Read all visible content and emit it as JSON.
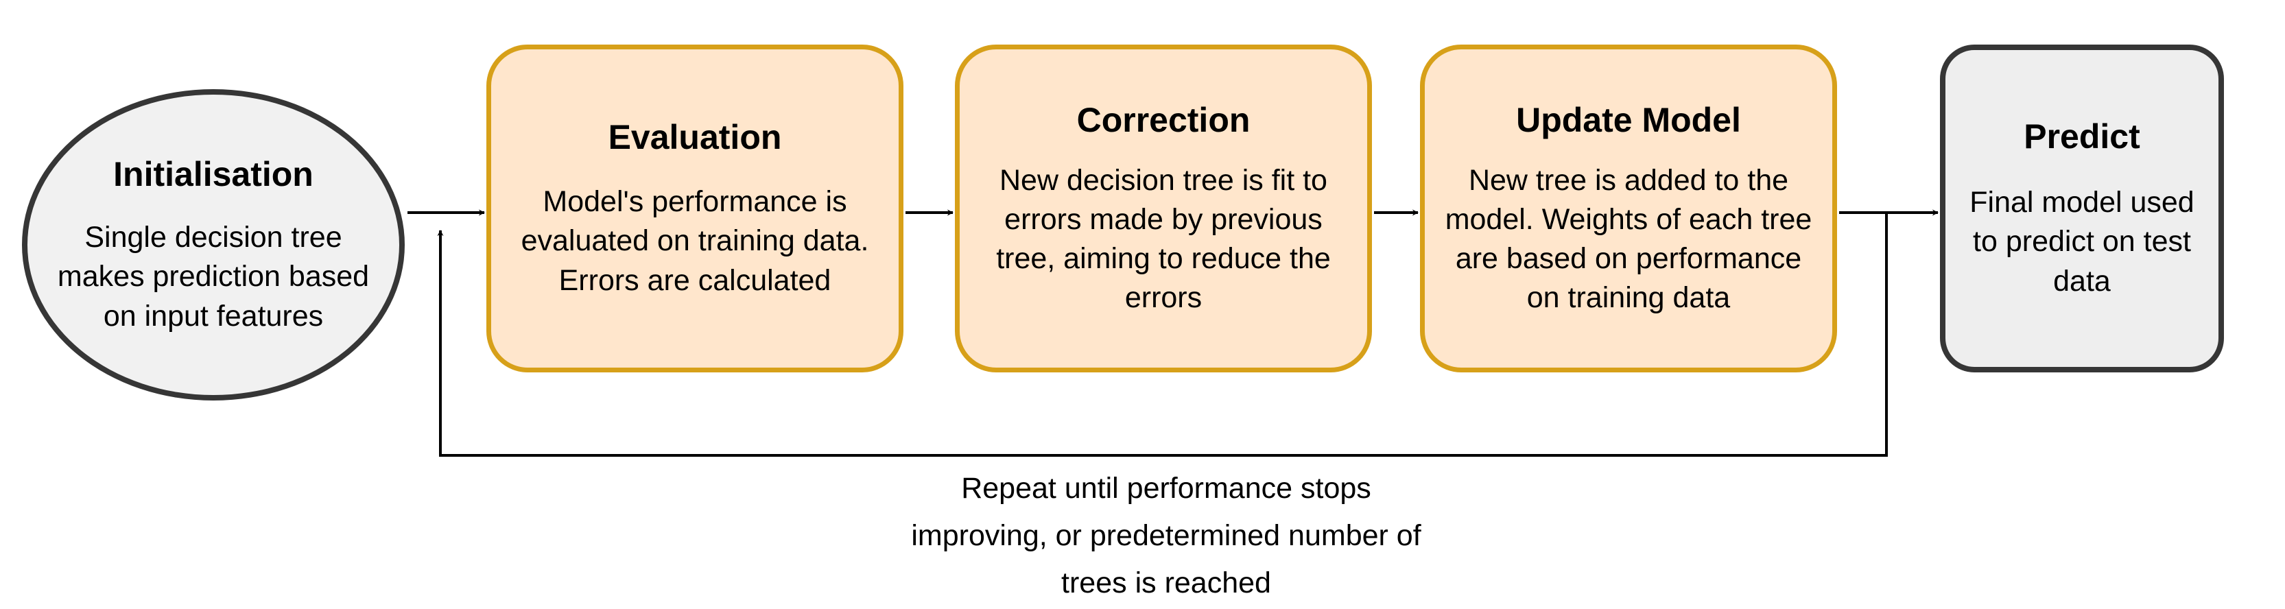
{
  "nodes": {
    "initialisation": {
      "title": "Initialisation",
      "body": "Single decision tree makes prediction based on input features"
    },
    "evaluation": {
      "title": "Evaluation",
      "body": "Model's performance is evaluated on training data. Errors are calculated"
    },
    "correction": {
      "title": "Correction",
      "body": "New decision tree is fit to errors made by previous tree, aiming to reduce the errors"
    },
    "update_model": {
      "title": "Update Model",
      "body": "New tree is added to the model. Weights of each tree are based on performance on training data"
    },
    "predict": {
      "title": "Predict",
      "body": "Final model used to predict on test data"
    }
  },
  "loop_label": "Repeat until performance stops improving, or predetermined number of trees is reached",
  "colors": {
    "process_fill": "#ffe6cc",
    "process_border": "#d7a019",
    "terminal_fill": "#f1f1f1",
    "terminal_border": "#363636",
    "connector": "#000000"
  }
}
